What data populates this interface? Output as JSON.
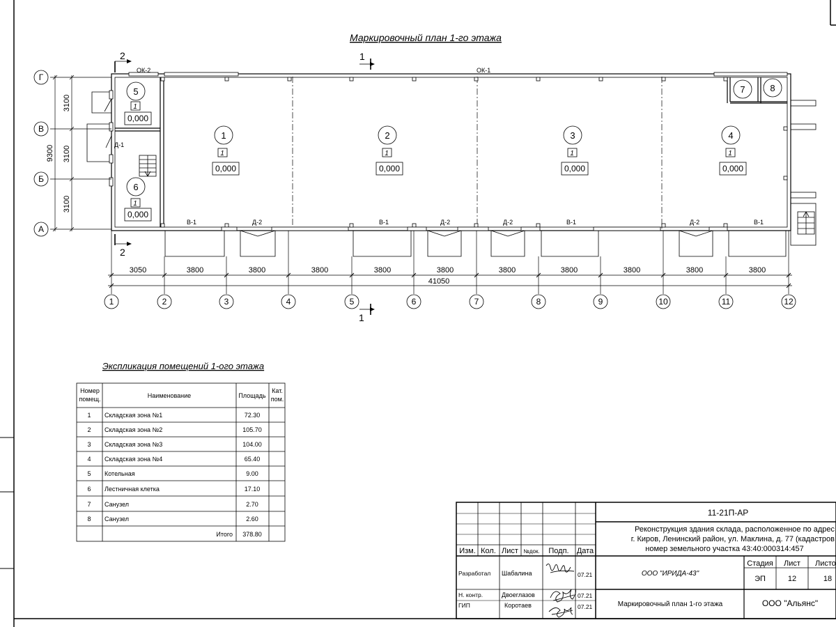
{
  "plan": {
    "title": "Маркировочный план 1-го этажа",
    "axes_letters": [
      "Г",
      "В",
      "Б",
      "А"
    ],
    "axes_numbers": [
      "1",
      "2",
      "3",
      "4",
      "5",
      "6",
      "7",
      "8",
      "9",
      "10",
      "11",
      "12"
    ],
    "dims_left": [
      "3100",
      "3100",
      "3100"
    ],
    "dim_left_total": "9300",
    "dims_bottom": [
      "3050",
      "3800",
      "3800",
      "3800",
      "3800",
      "3800",
      "3800",
      "3800",
      "3800",
      "3800",
      "3800"
    ],
    "dim_bottom_total": "41050",
    "section_marks": {
      "s1": "1",
      "s2": "2"
    },
    "labels": {
      "ok1": "ОК-1",
      "ok2": "ОК-2",
      "d1": "Д-1",
      "v1": "В-1",
      "d2": "Д-2"
    },
    "rooms": [
      {
        "num": "1",
        "cat": "1",
        "level": "0,000"
      },
      {
        "num": "2",
        "cat": "1",
        "level": "0,000"
      },
      {
        "num": "3",
        "cat": "1",
        "level": "0,000"
      },
      {
        "num": "4",
        "cat": "1",
        "level": "0,000"
      },
      {
        "num": "5",
        "cat": "1",
        "level": "0,000"
      },
      {
        "num": "6",
        "cat": "1",
        "level": "0,000"
      },
      {
        "num": "7"
      },
      {
        "num": "8"
      }
    ]
  },
  "explication": {
    "title": "Экспликация помещений 1-ого этажа",
    "headers": {
      "num_line1": "Номер",
      "num_line2": "помещ.",
      "name": "Наименование",
      "area": "Площадь",
      "cat_line1": "Кат.",
      "cat_line2": "пом."
    },
    "rows": [
      {
        "num": "1",
        "name": "Складская зона №1",
        "area": "72.30"
      },
      {
        "num": "2",
        "name": "Складская зона №2",
        "area": "105.70"
      },
      {
        "num": "3",
        "name": "Складская зона №3",
        "area": "104.00"
      },
      {
        "num": "4",
        "name": "Складская зона №4",
        "area": "65.40"
      },
      {
        "num": "5",
        "name": "Котельная",
        "area": "9.00"
      },
      {
        "num": "6",
        "name": "Лестничная клетка",
        "area": "17.10"
      },
      {
        "num": "7",
        "name": "Санузел",
        "area": "2.70"
      },
      {
        "num": "8",
        "name": "Санузел",
        "area": "2.60"
      }
    ],
    "total_label": "Итого",
    "total_value": "378.80"
  },
  "stamp": {
    "code": "11-21П-АР",
    "object_line1": "Реконструкция здания склада, расположенное по адрес",
    "object_line2": "г. Киров, Ленинский район, ул. Маклина, д. 77 (кадастров",
    "object_line3": "номер земельного участка 43:40:000314:457",
    "col_izm": "Изм.",
    "col_kol": "Кол.",
    "col_list": "Лист",
    "col_ndok": "№док.",
    "col_podp": "Подп.",
    "col_data": "Дата",
    "role_dev": "Разработал",
    "name_dev": "Шабалина",
    "date_dev": "07.21",
    "role_nk": "Н. контр.",
    "name_nk": "Двоеглазов",
    "date_nk": "07.21",
    "role_gip": "ГИП",
    "name_gip": "Коротаев",
    "date_gip": "07.21",
    "org_dev": "ООО \"ИРИДА-43\"",
    "sheet_title": "Маркировочный план 1-го этажа",
    "h_stage": "Стадия",
    "h_list": "Лист",
    "h_listov": "Листо",
    "stage": "ЭП",
    "list": "12",
    "listov": "18",
    "org_customer": "ООО \"Альянс\""
  }
}
